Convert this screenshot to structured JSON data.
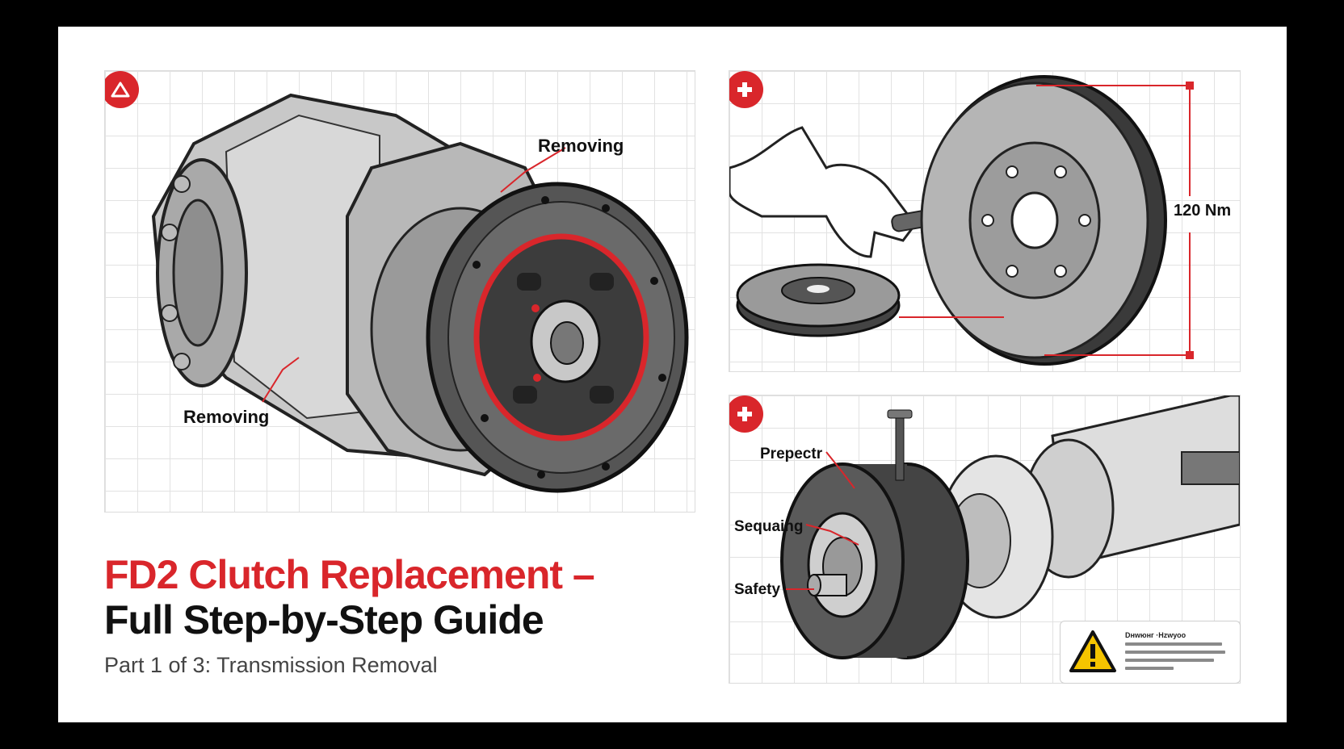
{
  "panel_a": {
    "callout_top": "Removing",
    "callout_bottom": "Removing"
  },
  "panel_b": {
    "torque_label": "120 Nm"
  },
  "panel_c": {
    "callout_1": "Prepectr",
    "callout_2": "Sequaing",
    "callout_3": "Safety",
    "warning_title": "Dнwюнг ·Нzwуоо"
  },
  "title": {
    "line1": "FD2 Clutch Replacement –",
    "line2": "Full Step-by-Step Guide",
    "subtitle": "Part 1 of 3: Transmission Removal"
  },
  "colors": {
    "accent": "#d9262b",
    "background": "#000000",
    "card": "#ffffff",
    "warning": "#f5c400"
  },
  "icons": {
    "panel_a_badge": "warning-triangle-icon",
    "panel_b_badge": "plus-icon",
    "panel_c_badge": "plus-icon",
    "warning_box": "warning-triangle-icon"
  }
}
